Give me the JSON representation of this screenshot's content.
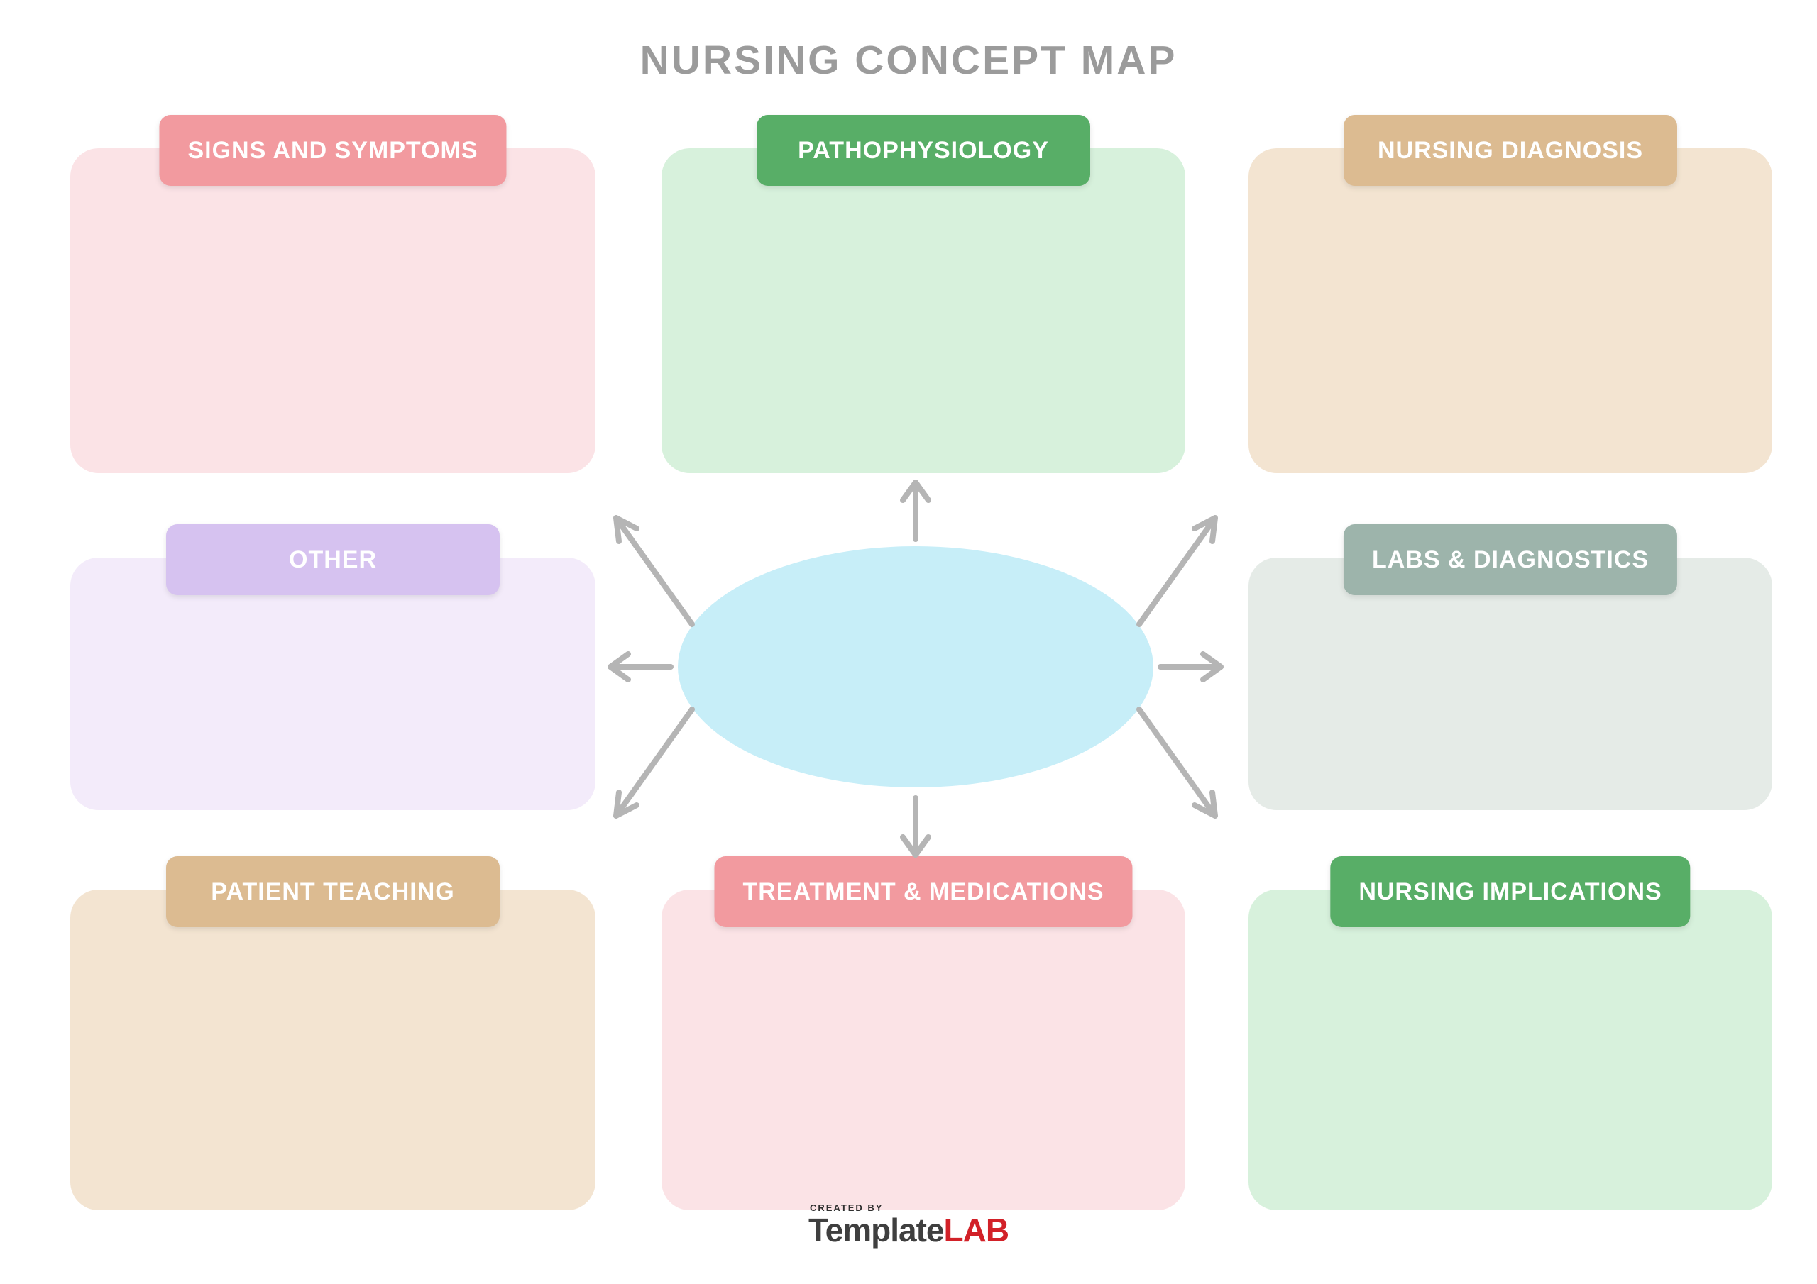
{
  "title": "NURSING CONCEPT MAP",
  "boxes": [
    {
      "id": "signs-and-symptoms",
      "label": "SIGNS AND SYMPTOMS",
      "header_color": "#F29A9F",
      "body_color": "#FBE3E6",
      "content": ""
    },
    {
      "id": "pathophysiology",
      "label": "PATHOPHYSIOLOGY",
      "header_color": "#58AE67",
      "body_color": "#D7F1DC",
      "content": ""
    },
    {
      "id": "nursing-diagnosis",
      "label": "NURSING DIAGNOSIS",
      "header_color": "#DCBB91",
      "body_color": "#F3E4D1",
      "content": ""
    },
    {
      "id": "other",
      "label": "OTHER",
      "header_color": "#D6C2F0",
      "body_color": "#F3EBFA",
      "content": ""
    },
    {
      "id": "labs-and-diagnostics",
      "label": "LABS & DIAGNOSTICS",
      "header_color": "#9DB4AB",
      "body_color": "#E5EBE7",
      "content": ""
    },
    {
      "id": "patient-teaching",
      "label": "PATIENT TEACHING",
      "header_color": "#DCBB91",
      "body_color": "#F3E4D1",
      "content": ""
    },
    {
      "id": "treatment-and-medications",
      "label": "TREATMENT & MEDICATIONS",
      "header_color": "#F29A9F",
      "body_color": "#FBE3E6",
      "content": ""
    },
    {
      "id": "nursing-implications",
      "label": "NURSING IMPLICATIONS",
      "header_color": "#58AE67",
      "body_color": "#D7F1DC",
      "content": ""
    }
  ],
  "center": {
    "shape": "ellipse",
    "fill": "#C7EEF8",
    "content": "",
    "arrow_color": "#B5B5B5",
    "arrow_directions": [
      "up",
      "up-left",
      "up-right",
      "left",
      "right",
      "down-left",
      "down",
      "down-right"
    ]
  },
  "footer": {
    "created_by": "CREATED BY",
    "brand_template": "Template",
    "brand_lab": "LAB",
    "brand_template_color": "#3F3F3F",
    "brand_lab_color": "#D22128"
  }
}
